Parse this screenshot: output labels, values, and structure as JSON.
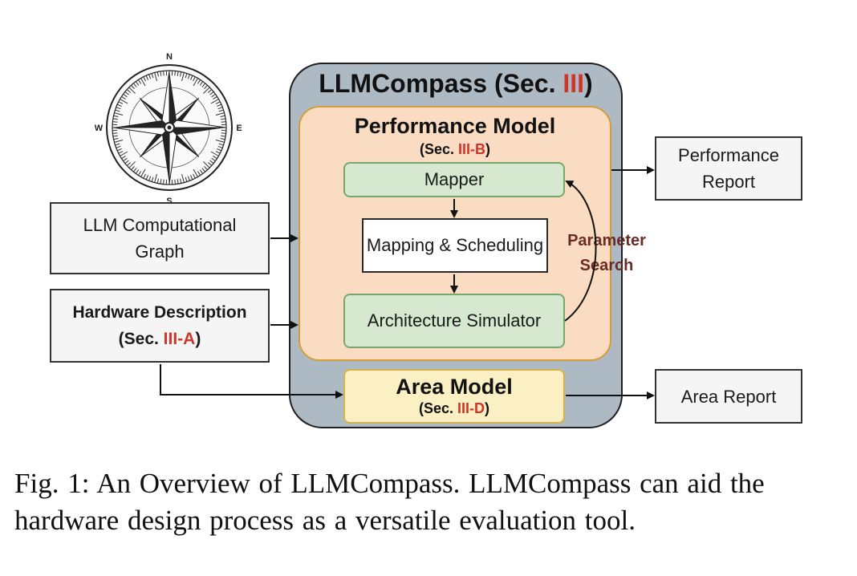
{
  "compass": {
    "north": "N",
    "south": "S",
    "east": "E",
    "west": "W",
    "icon": "compass-rose-icon"
  },
  "inputs": {
    "llm_graph": "LLM Computational Graph",
    "hardware_title": "Hardware Description",
    "hardware_sec_prefix": "(Sec. ",
    "hardware_sec_ref": "III-A",
    "hardware_sec_suffix": ")"
  },
  "llmcompass": {
    "title": "LLMCompass (Sec. ",
    "title_ref": "III",
    "title_suffix": ")"
  },
  "performance_model": {
    "title": "Performance Model",
    "sec_prefix": "(Sec. ",
    "sec_ref": "III-B",
    "sec_suffix": ")",
    "mapper": "Mapper",
    "mapping_scheduling": "Mapping & Scheduling",
    "arch_simulator": "Architecture Simulator",
    "parameter_search": "Parameter Search"
  },
  "area_model": {
    "title": "Area Model",
    "sec_prefix": "(Sec. ",
    "sec_ref": "III-D",
    "sec_suffix": ")"
  },
  "outputs": {
    "performance_report": "Performance Report",
    "area_report": "Area Report"
  },
  "caption": "Fig. 1: An Overview of LLMCompass. LLMCompass can aid the hardware design process as a versatile evaluation tool.",
  "colors": {
    "outer_fill": "#adbac4",
    "performance_fill": "#f9dcc2",
    "green_fill": "#d6e8cf",
    "area_fill": "#fbf0c4",
    "section_ref_red": "#d0352a",
    "parameter_search_text": "#6b2b24"
  }
}
